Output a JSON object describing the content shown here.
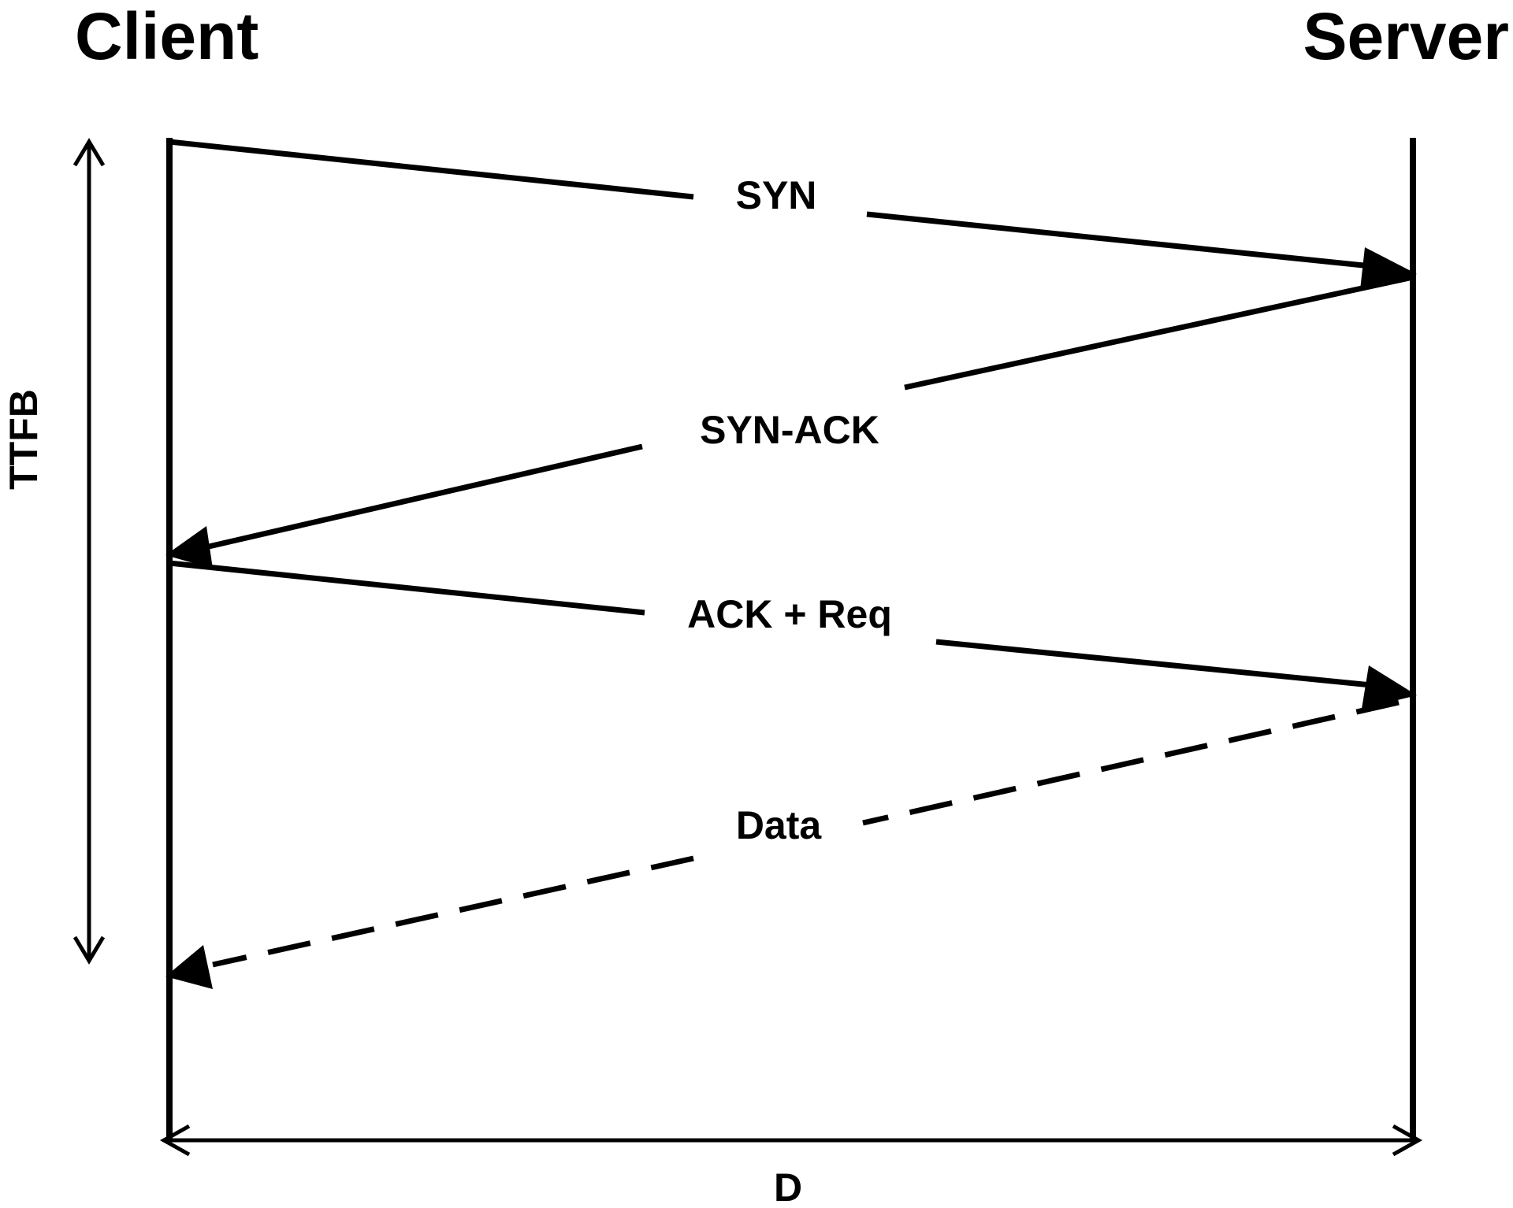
{
  "participants": {
    "client": "Client",
    "server": "Server"
  },
  "messages": [
    {
      "label": "SYN",
      "direction": "client-to-server",
      "style": "solid"
    },
    {
      "label": "SYN-ACK",
      "direction": "server-to-client",
      "style": "solid"
    },
    {
      "label": "ACK + Req",
      "direction": "client-to-server",
      "style": "solid"
    },
    {
      "label": "Data",
      "direction": "server-to-client",
      "style": "dashed"
    }
  ],
  "dimensions": {
    "vertical_label": "TTFB",
    "horizontal_label": "D"
  },
  "colors": {
    "stroke": "#000000",
    "background": "#ffffff"
  }
}
